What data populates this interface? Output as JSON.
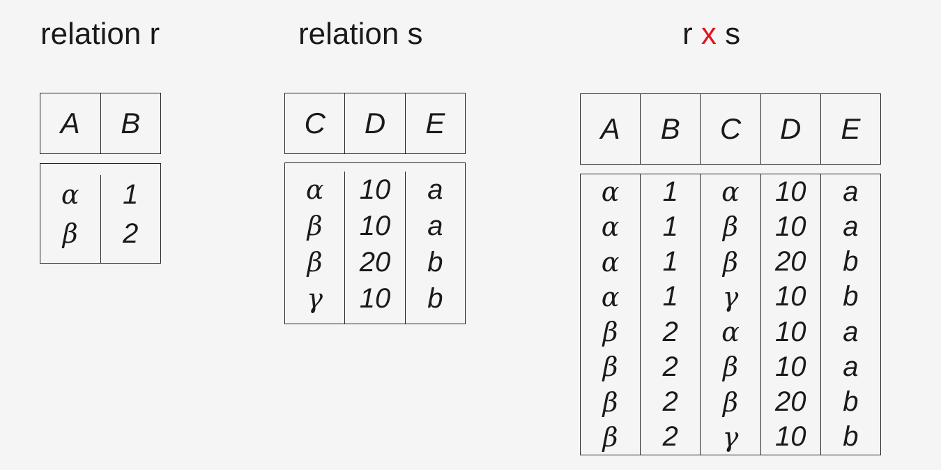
{
  "relation_r": {
    "title": "relation r",
    "headers": [
      "A",
      "B"
    ],
    "rows": [
      [
        "α",
        "1"
      ],
      [
        "β",
        "2"
      ]
    ]
  },
  "relation_s": {
    "title": "relation s",
    "headers": [
      "C",
      "D",
      "E"
    ],
    "rows": [
      [
        "α",
        "10",
        "a"
      ],
      [
        "β",
        "10",
        "a"
      ],
      [
        "β",
        "20",
        "b"
      ],
      [
        "γ",
        "10",
        "b"
      ]
    ]
  },
  "product": {
    "title_left": "r",
    "operator": "x",
    "title_right": "s",
    "operator_color": "#e0141e",
    "headers": [
      "A",
      "B",
      "C",
      "D",
      "E"
    ],
    "rows": [
      [
        "α",
        "1",
        "α",
        "10",
        "a"
      ],
      [
        "α",
        "1",
        "β",
        "10",
        "a"
      ],
      [
        "α",
        "1",
        "β",
        "20",
        "b"
      ],
      [
        "α",
        "1",
        "γ",
        "10",
        "b"
      ],
      [
        "β",
        "2",
        "α",
        "10",
        "a"
      ],
      [
        "β",
        "2",
        "β",
        "10",
        "a"
      ],
      [
        "β",
        "2",
        "β",
        "20",
        "b"
      ],
      [
        "β",
        "2",
        "γ",
        "10",
        "b"
      ]
    ]
  }
}
